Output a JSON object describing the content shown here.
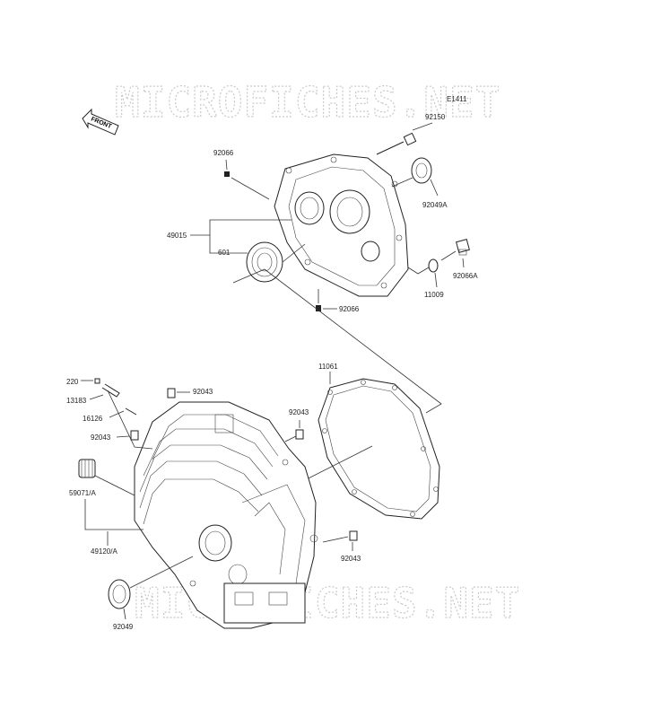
{
  "diagram_code": "E1411",
  "watermark": "MICROFICHES.NET",
  "front_label": "FRONT",
  "labels": {
    "p92150": "92150",
    "p92066_top": "92066",
    "p92049A": "92049A",
    "p49015": "49015",
    "p601": "601",
    "p92066A": "92066A",
    "p11009": "11009",
    "p92066_bottom": "92066",
    "p220": "220",
    "p13183": "13183",
    "p16126": "16126",
    "p92043_a": "92043",
    "p92043_b": "92043",
    "p92043_c": "92043",
    "p92043_d": "92043",
    "p11061": "11061",
    "p59071A": "59071/A",
    "p49120A": "49120/A",
    "p92049": "92049"
  },
  "colors": {
    "ink": "#222222",
    "watermark": "#c9c9c9",
    "background": "#ffffff"
  }
}
